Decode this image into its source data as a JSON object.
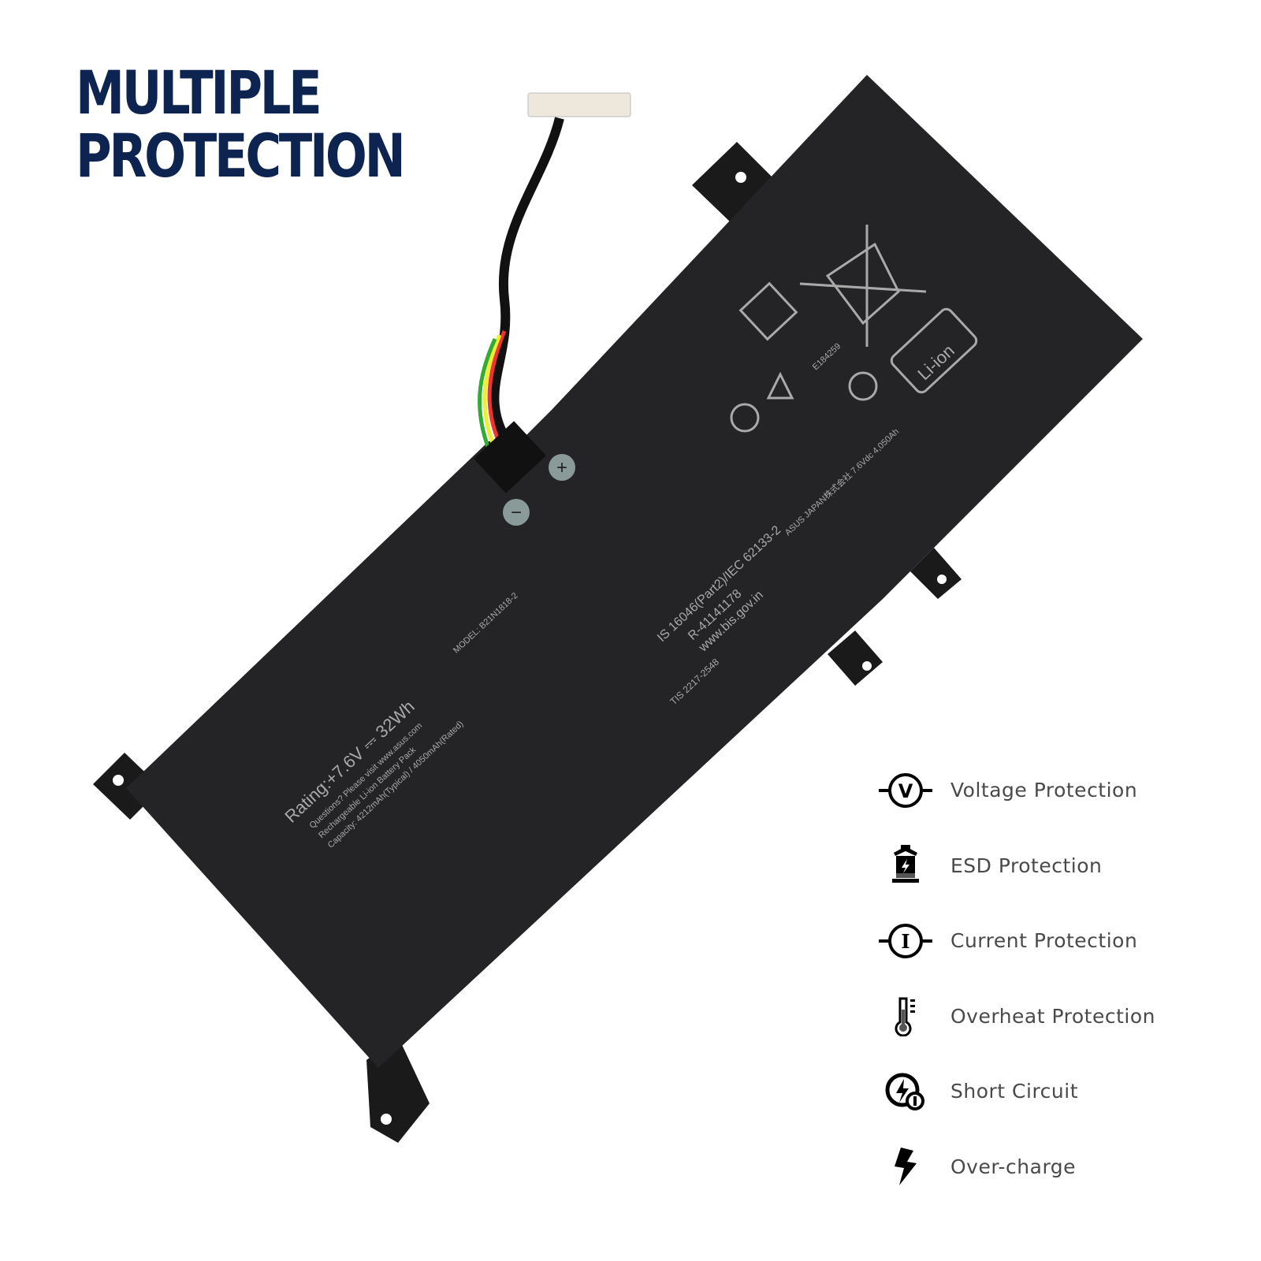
{
  "title": {
    "line1": "MULTIPLE",
    "line2": "PROTECTION"
  },
  "colors": {
    "title": "#0d2451",
    "battery": "#242426",
    "feature_text": "#4a4a4a"
  },
  "battery_labels": {
    "rating": "Rating:+7.6V ⎓ 32Wh",
    "questions": "Questions? Please visit www.asus.com",
    "type": "Rechargeable Li-ion Battery Pack",
    "capacity": "Capacity: 4212mAh(Typical) / 4050mAh(Rated)",
    "model": "MODEL: B21N1818-2",
    "standard": "IS 16046(Part2)/IEC 62133-2",
    "registration": "R-41141178",
    "website": "www.bis.gov.in",
    "tis": "TIS 2217-2548",
    "maker": "ASUS JAPAN株式会社 7.6Vdc 4,050Ah",
    "liion": "Li-ion",
    "ul_number": "E184259",
    "plus": "+",
    "minus": "−"
  },
  "features": [
    {
      "icon": "voltage-icon",
      "label": "Voltage Protection"
    },
    {
      "icon": "esd-icon",
      "label": "ESD Protection"
    },
    {
      "icon": "current-icon",
      "label": "Current Protection"
    },
    {
      "icon": "thermometer-icon",
      "label": "Overheat Protection"
    },
    {
      "icon": "short-circuit-icon",
      "label": "Short Circuit"
    },
    {
      "icon": "lightning-icon",
      "label": "Over-charge"
    }
  ]
}
